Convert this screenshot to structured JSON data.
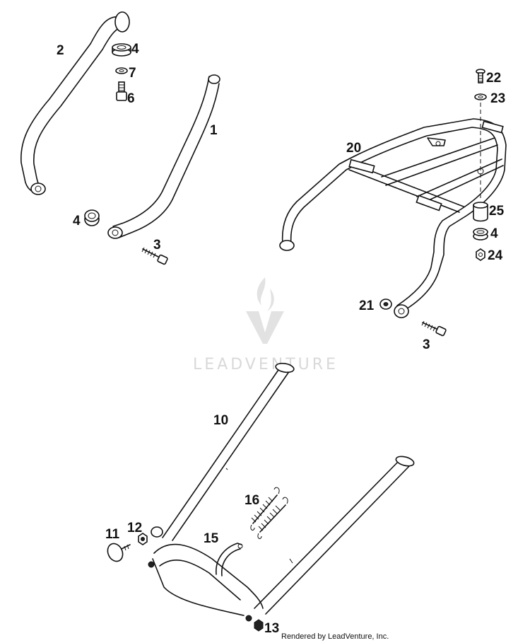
{
  "labels": {
    "p1": "1",
    "p2": "2",
    "p3a": "3",
    "p3b": "3",
    "p4a": "4",
    "p4b": "4",
    "p4c": "4",
    "p6": "6",
    "p7": "7",
    "p10": "10",
    "p11": "11",
    "p12": "12",
    "p13": "13",
    "p15": "15",
    "p16": "16",
    "p20": "20",
    "p21": "21",
    "p22": "22",
    "p23": "23",
    "p24": "24",
    "p25": "25"
  },
  "watermark": {
    "text": "LEADVENTURE"
  },
  "footer": {
    "text": "Rendered by LeadVenture, Inc."
  },
  "colors": {
    "line": "#111111",
    "watermark": "#d9d9d9",
    "background": "#ffffff"
  }
}
